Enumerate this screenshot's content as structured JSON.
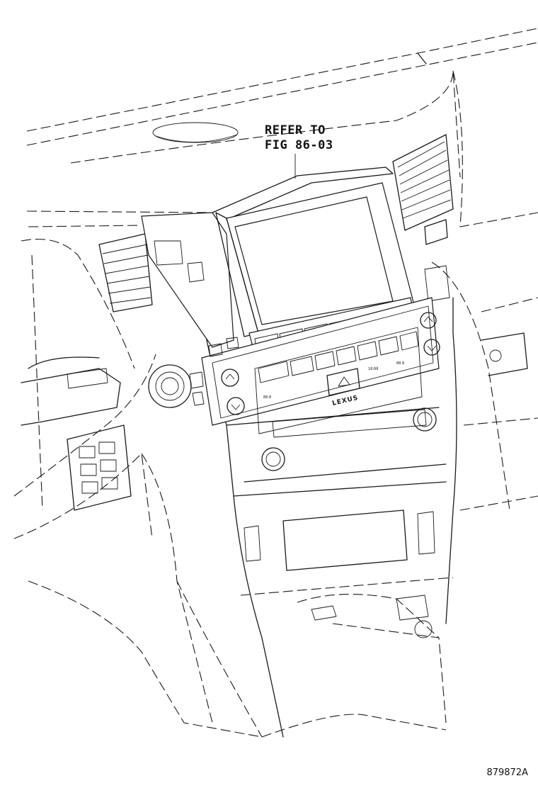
{
  "callout": {
    "line1": "REFER TO",
    "line2": "FIG 86-03"
  },
  "figure_id": "879872A",
  "panel": {
    "brand": "LEXUS",
    "display_time": "18:88",
    "left_temp": "88.8",
    "right_temp": "88.8"
  }
}
